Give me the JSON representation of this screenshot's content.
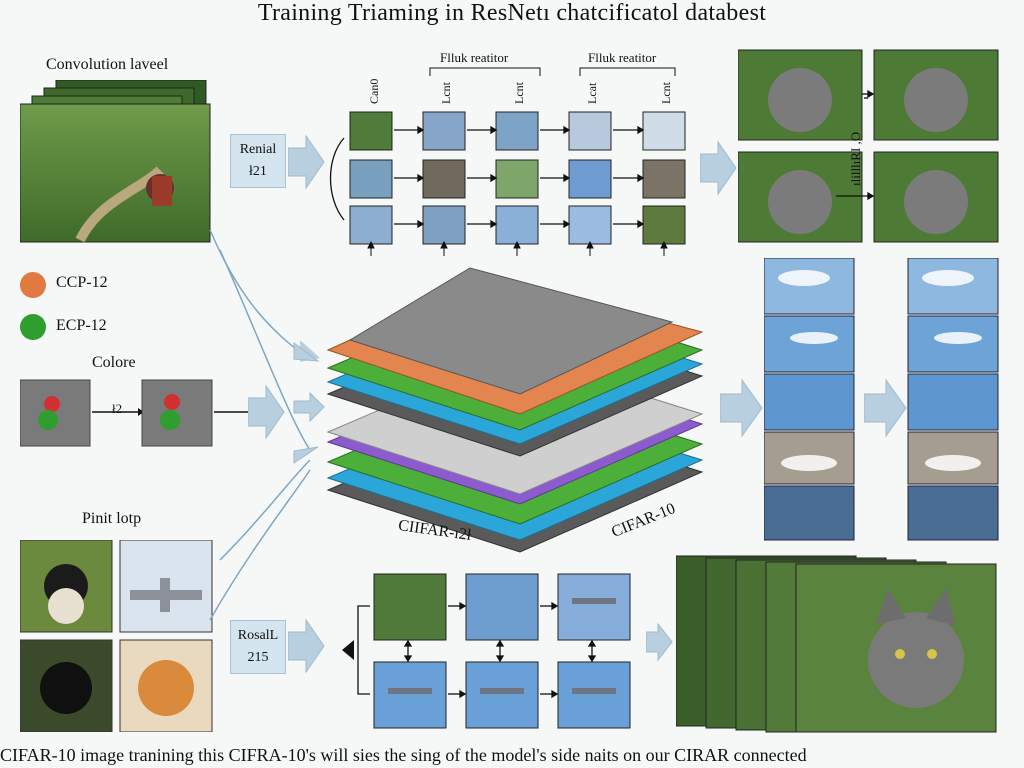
{
  "title": "Training Triaming in ResNetı chatcificatol databest",
  "caption": "CIFAR-10 image tranining this CIFRA-10's will sies the sing of the model's side naits on our CIRAR connected",
  "labels": {
    "conv_layer": "Convolution laveel",
    "colore": "Colore",
    "pinit_lotp": "Pinit lotp",
    "filter_left": "Flluk reatitor",
    "filter_right": "Flluk reatitor",
    "cifar_left": "CIIFAR-ı2ł",
    "cifar_right": "CIFAR-10"
  },
  "legend": [
    {
      "name": "CCP-12",
      "color": "#e07a40"
    },
    {
      "name": "ECP-12",
      "color": "#2e9e2e"
    }
  ],
  "boxes": {
    "renial_line1": "Renial",
    "renial_line2": "ł21",
    "rosall_line1": "RosalL",
    "rosall_line2": "215"
  },
  "column_heads": [
    "Can0",
    "Lcnt",
    "Lcnt",
    "Lcat",
    "Lcnt"
  ],
  "side_text": {
    "cat_column": "ılilllıRI ,O",
    "arrow_mark": "ł2"
  },
  "colors": {
    "gray_layer": "#8a8a8a",
    "orange_layer": "#e2854f",
    "green_layer": "#4caf3a",
    "blue_layer": "#2ba6d8",
    "purple_layer": "#8d5bd0",
    "dark_layer": "#5a5a5a",
    "arrow_fill": "#b8cfdf"
  }
}
